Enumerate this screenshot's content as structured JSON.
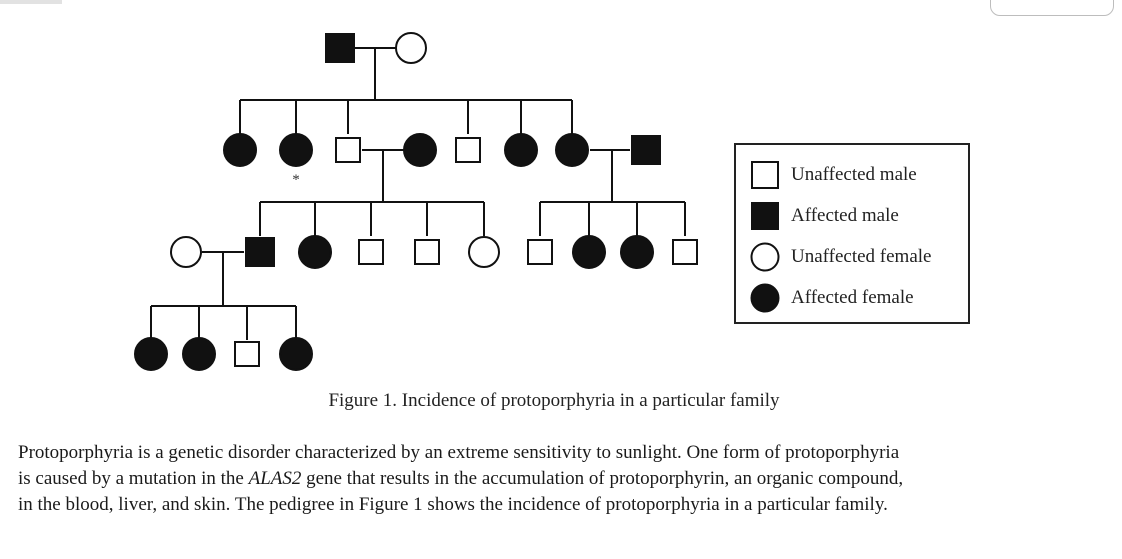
{
  "figure": {
    "legend": [
      {
        "symbol": "square",
        "filled": false,
        "label": "Unaffected male"
      },
      {
        "symbol": "square",
        "filled": true,
        "label": "Affected male"
      },
      {
        "symbol": "circle",
        "filled": false,
        "label": "Unaffected female"
      },
      {
        "symbol": "circle",
        "filled": true,
        "label": "Affected female"
      }
    ],
    "proband_marker": "*",
    "caption": "Figure 1. Incidence of protoporphyria in a particular family"
  },
  "text": {
    "line1": "Protoporphyria is a genetic disorder characterized by an extreme sensitivity to sunlight.  One form of protoporphyria",
    "line2_before": "is caused by a mutation in the ",
    "gene": "ALAS2",
    "line2_after": " gene that results in the accumulation of protoporphyrin, an organic compound,",
    "line3": "in the blood, liver, and skin.  The pedigree in Figure 1 shows the incidence of protoporphyria in a particular family."
  },
  "colors": {
    "ink": "#111111",
    "background": "#ffffff",
    "ui_border": "#bdbdbd"
  }
}
